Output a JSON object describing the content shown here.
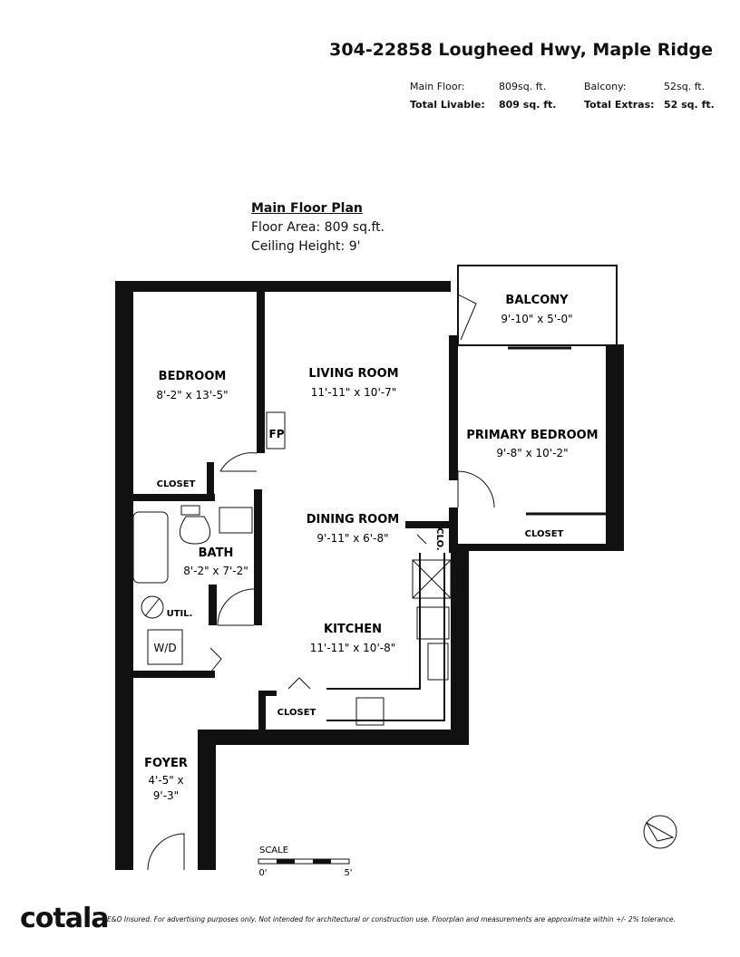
{
  "header": {
    "address": "304-22858 Lougheed Hwy, Maple Ridge",
    "main_floor_label": "Main Floor:",
    "main_floor_value": "809sq. ft.",
    "balcony_label": "Balcony:",
    "balcony_value": "52sq. ft.",
    "total_livable_label": "Total Livable:",
    "total_livable_value": "809 sq. ft.",
    "total_extras_label": "Total Extras:",
    "total_extras_value": "52 sq. ft."
  },
  "plan": {
    "title": "Main Floor Plan",
    "floor_area": "Floor Area: 809 sq.ft.",
    "ceiling_height": "Ceiling Height: 9'"
  },
  "rooms": {
    "balcony": {
      "name": "BALCONY",
      "dims": "9'-10\" x 5'-0\""
    },
    "bedroom": {
      "name": "BEDROOM",
      "dims": "8'-2\" x 13'-5\""
    },
    "living": {
      "name": "LIVING ROOM",
      "dims": "11'-11\" x 10'-7\""
    },
    "primary": {
      "name": "PRIMARY BEDROOM",
      "dims": "9'-8\" x 10'-2\""
    },
    "dining": {
      "name": "DINING ROOM",
      "dims": "9'-11\" x 6'-8\""
    },
    "bath": {
      "name": "BATH",
      "dims": "8'-2\" x 7'-2\""
    },
    "kitchen": {
      "name": "KITCHEN",
      "dims": "11'-11\" x 10'-8\""
    },
    "foyer": {
      "name": "FOYER",
      "dims1": "4'-5\" x",
      "dims2": "9'-3\""
    }
  },
  "labels": {
    "closet": "CLOSET",
    "clo": "CLO.",
    "fp": "FP",
    "util": "UTIL.",
    "wd": "W/D",
    "scale": "SCALE",
    "scale_0": "0'",
    "scale_5": "5'"
  },
  "footer": {
    "brand": "cotala",
    "disclaimer": "E&O Insured. For advertising purposes only. Not intended for architectural or construction use. Floorplan and measurements are approximate within +/- 2% tolerance."
  }
}
